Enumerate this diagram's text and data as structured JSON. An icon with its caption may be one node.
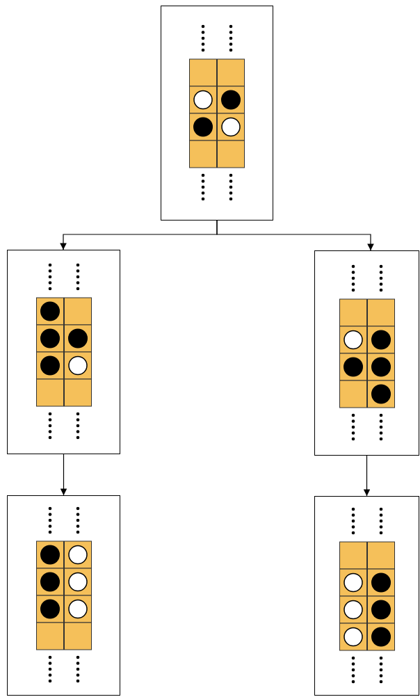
{
  "diagram": {
    "nodes": [
      {
        "text": [],
        "shape": "picture"
      },
      {
        "text": [],
        "shape": "picture"
      },
      {
        "text": [],
        "shape": "picture"
      },
      {
        "text": [],
        "shape": "picture"
      },
      {
        "text": [],
        "shape": "picture"
      }
    ],
    "edges": [
      {
        "from": 0,
        "to": 1,
        "arrow": "to"
      },
      {
        "from": 0,
        "to": 2,
        "arrow": "to"
      },
      {
        "from": 1,
        "to": 3,
        "arrow": "to"
      },
      {
        "from": 2,
        "to": 4,
        "arrow": "to"
      }
    ]
  }
}
